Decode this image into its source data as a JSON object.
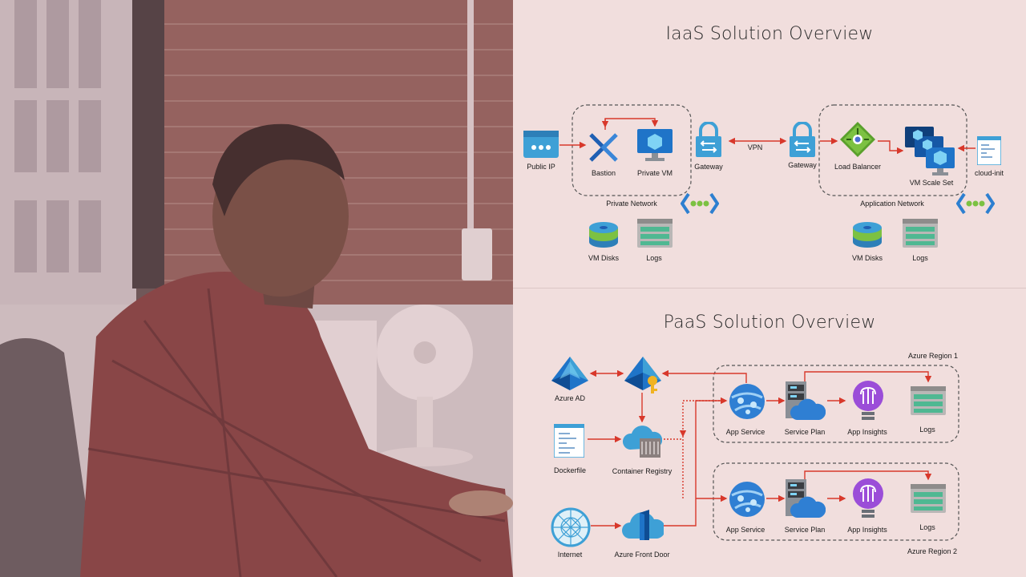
{
  "iaas": {
    "title": "IaaS Solution Overview",
    "labels": {
      "public_ip": "Public IP",
      "bastion": "Bastion",
      "private_vm": "Private VM",
      "private_network": "Private Network",
      "gateway_left": "Gateway",
      "vpn": "VPN",
      "gateway_right": "Gateway",
      "load_balancer": "Load Balancer",
      "vm_scale_set": "VM Scale Set",
      "cloud_init": "cloud-init",
      "application_network": "Application Network",
      "vm_disks_left": "VM Disks",
      "logs_left": "Logs",
      "vm_disks_right": "VM Disks",
      "logs_right": "Logs"
    }
  },
  "paas": {
    "title": "PaaS Solution Overview",
    "labels": {
      "azure_ad": "Azure AD",
      "dockerfile": "Dockerfile",
      "container_registry": "Container Registry",
      "internet": "Internet",
      "azure_front_door": "Azure Front Door",
      "region1": "Azure Region 1",
      "region2": "Azure Region 2",
      "app_service_1": "App Service",
      "service_plan_1": "Service Plan",
      "app_insights_1": "App Insights",
      "logs_1": "Logs",
      "app_service_2": "App Service",
      "service_plan_2": "Service Plan",
      "app_insights_2": "App Insights",
      "logs_2": "Logs"
    }
  },
  "colors": {
    "panel_bg": "#f1dedd",
    "arrow": "#d8382b",
    "azure_blue": "#2f7fd3",
    "dashed_border": "#555555"
  }
}
